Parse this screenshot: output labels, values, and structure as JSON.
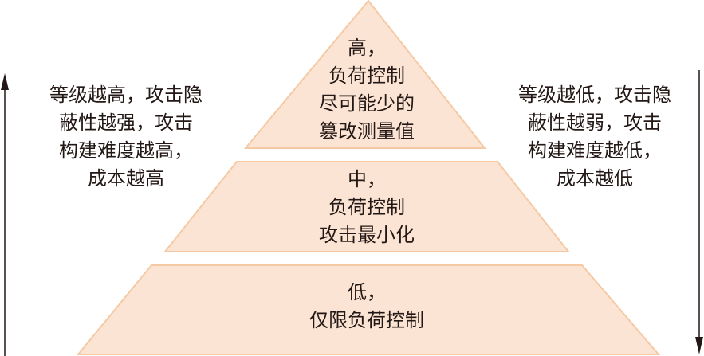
{
  "colors": {
    "fill": "#fbe4d3",
    "stroke": "#f5c9a3",
    "arrow": "#231815"
  },
  "levels": [
    {
      "name": "high",
      "lines": [
        "高，",
        "负荷控制",
        "尽可能少的",
        "篡改测量值"
      ]
    },
    {
      "name": "medium",
      "lines": [
        "中，",
        "负荷控制",
        "攻击最小化"
      ]
    },
    {
      "name": "low",
      "lines": [
        "低，",
        "仅限负荷控制"
      ]
    }
  ],
  "left_note": {
    "lines": [
      "等级越高，攻击隐",
      "蔽性越强，攻击",
      "构建难度越高，",
      "成本越高"
    ]
  },
  "right_note": {
    "lines": [
      "等级越低，攻击隐",
      "蔽性越弱，攻击",
      "构建难度越低，",
      "成本越低"
    ]
  }
}
